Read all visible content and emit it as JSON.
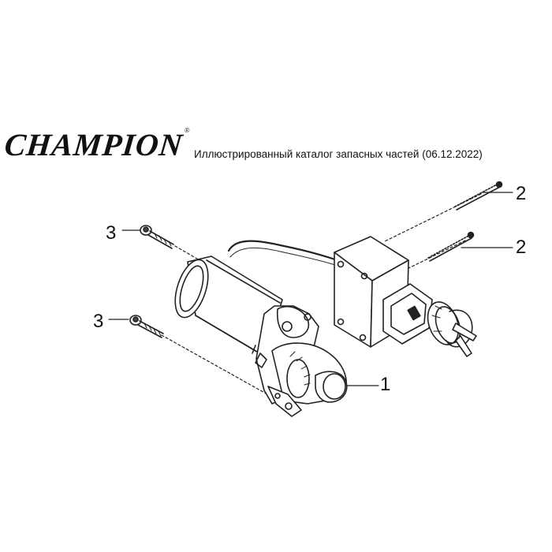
{
  "header": {
    "brand": "CHAMPION",
    "brand_mark": "®",
    "catalog_title": "Иллюстрированный каталог запасных частей (06.12.2022)"
  },
  "callouts": [
    {
      "id": "starter",
      "label": "1"
    },
    {
      "id": "screw-upper",
      "label": "2"
    },
    {
      "id": "screw-lower",
      "label": "2"
    },
    {
      "id": "bolt-upper",
      "label": "3"
    },
    {
      "id": "bolt-lower",
      "label": "3"
    }
  ]
}
